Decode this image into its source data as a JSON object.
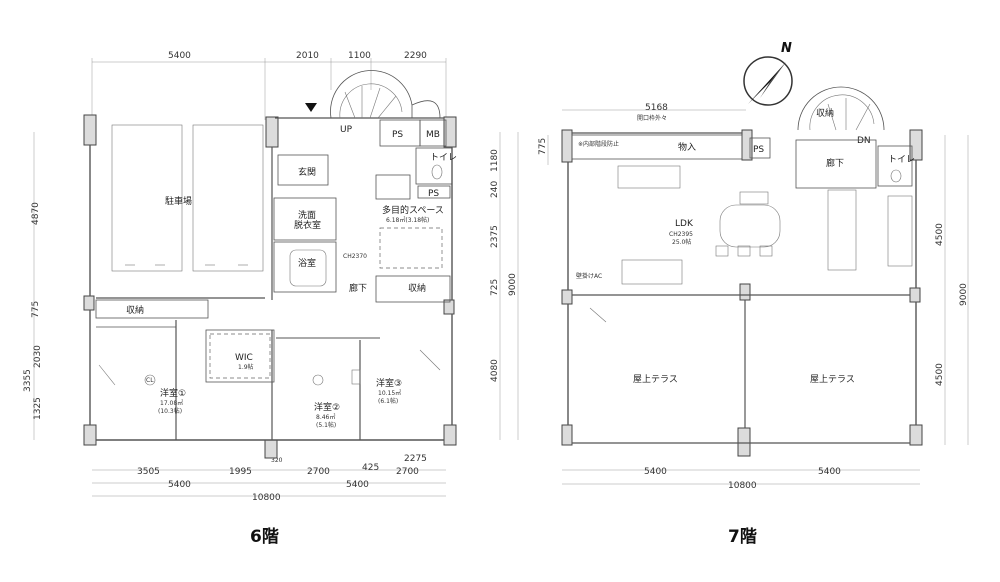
{
  "floor6": {
    "label": "6階",
    "dims_top": [
      "5400",
      "2010",
      "1100",
      "2290"
    ],
    "dims_bottom_row1": [
      "3505",
      "1995",
      "2700",
      "425",
      "2700"
    ],
    "dims_bottom_row1_extra": "2275",
    "dims_bottom_small": "320",
    "dims_bottom_row2": [
      "5400",
      "5400"
    ],
    "dims_bottom_total": "10800",
    "dims_left": [
      "4870",
      "775",
      "3355",
      "2030",
      "1325"
    ],
    "dims_right": [
      "1180",
      "240",
      "2375",
      "725",
      "4080"
    ],
    "dims_right_total": "9000",
    "rooms": {
      "parking": "駐車場",
      "up": "UP",
      "ps1": "PS",
      "mb": "MB",
      "toilet": "トイレ",
      "ps2": "PS",
      "entrance": "玄関",
      "washroom_1": "洗面",
      "washroom_2": "脱衣室",
      "bath": "浴室",
      "ch": "CH2370",
      "multi": "多目的スペース",
      "multi_area": "6.18㎡(3.18帖)",
      "hall": "廊下",
      "storage_right": "収納",
      "storage_left": "収納",
      "wic": "WIC",
      "wic_area": "1.9帖",
      "bed1": "洋室①",
      "bed1_area_1": "17.08㎡",
      "bed1_area_2": "(10.3帖)",
      "bed2": "洋室②",
      "bed2_area_1": "8.46㎡",
      "bed2_area_2": "(5.1帖)",
      "bed3": "洋室③",
      "bed3_area_1": "10.15㎡",
      "bed3_area_2": "(6.1帖)",
      "cl": "CL"
    }
  },
  "floor7": {
    "label": "7階",
    "dims_top": [
      "5168"
    ],
    "dims_top_note": "開口枠外々",
    "dims_bottom": [
      "5400",
      "5400"
    ],
    "dims_bottom_total": "10800",
    "dims_left": [
      "775"
    ],
    "dims_right": [
      "4500",
      "4500"
    ],
    "dims_right_total": "9000",
    "rooms": {
      "storage_top": "収納",
      "dn": "DN",
      "storage_band": "※内部階段防止",
      "storage_band_2": "物入",
      "ps": "PS",
      "hall": "廊下",
      "toilet": "トイレ",
      "ldk": "LDK",
      "ldk_ch": "CH2395",
      "ldk_area": "25.0帖",
      "ac": "壁掛けAC",
      "terrace_left": "屋上テラス",
      "terrace_right": "屋上テラス"
    }
  },
  "compass": {
    "label": "N"
  }
}
